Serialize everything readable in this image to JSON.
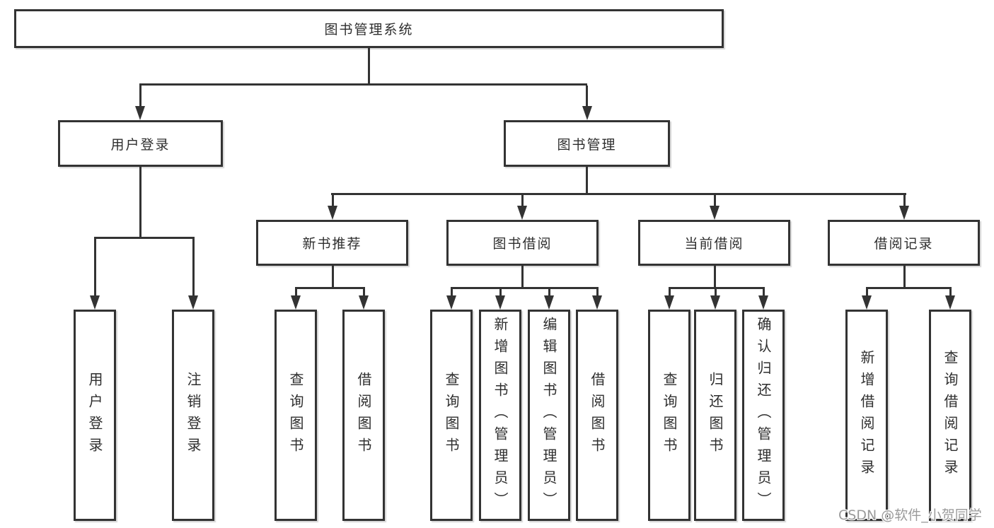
{
  "colors": {
    "line": "#333333",
    "text": "#2e2e2e",
    "watermark": "#9b9b9b",
    "background": "#ffffff"
  },
  "watermark": {
    "text": "CSDN @软件_小贺同学"
  },
  "diagram": {
    "type": "org-tree",
    "root": {
      "label": "图书管理系统",
      "children": [
        {
          "label": "用户登录",
          "children": [
            {
              "label": "用户登录"
            },
            {
              "label": "注销登录"
            }
          ]
        },
        {
          "label": "图书管理",
          "children": [
            {
              "label": "新书推荐",
              "children": [
                {
                  "label": "查询图书"
                },
                {
                  "label": "借阅图书"
                }
              ]
            },
            {
              "label": "图书借阅",
              "children": [
                {
                  "label": "查询图书"
                },
                {
                  "label": "新增图书（管理员）"
                },
                {
                  "label": "编辑图书（管理员）"
                },
                {
                  "label": "借阅图书"
                }
              ]
            },
            {
              "label": "当前借阅",
              "children": [
                {
                  "label": "查询图书"
                },
                {
                  "label": "归还图书"
                },
                {
                  "label": "确认归还（管理员）"
                }
              ]
            },
            {
              "label": "借阅记录",
              "children": [
                {
                  "label": "新增借阅记录"
                },
                {
                  "label": "查询借阅记录"
                }
              ]
            }
          ]
        }
      ]
    }
  }
}
